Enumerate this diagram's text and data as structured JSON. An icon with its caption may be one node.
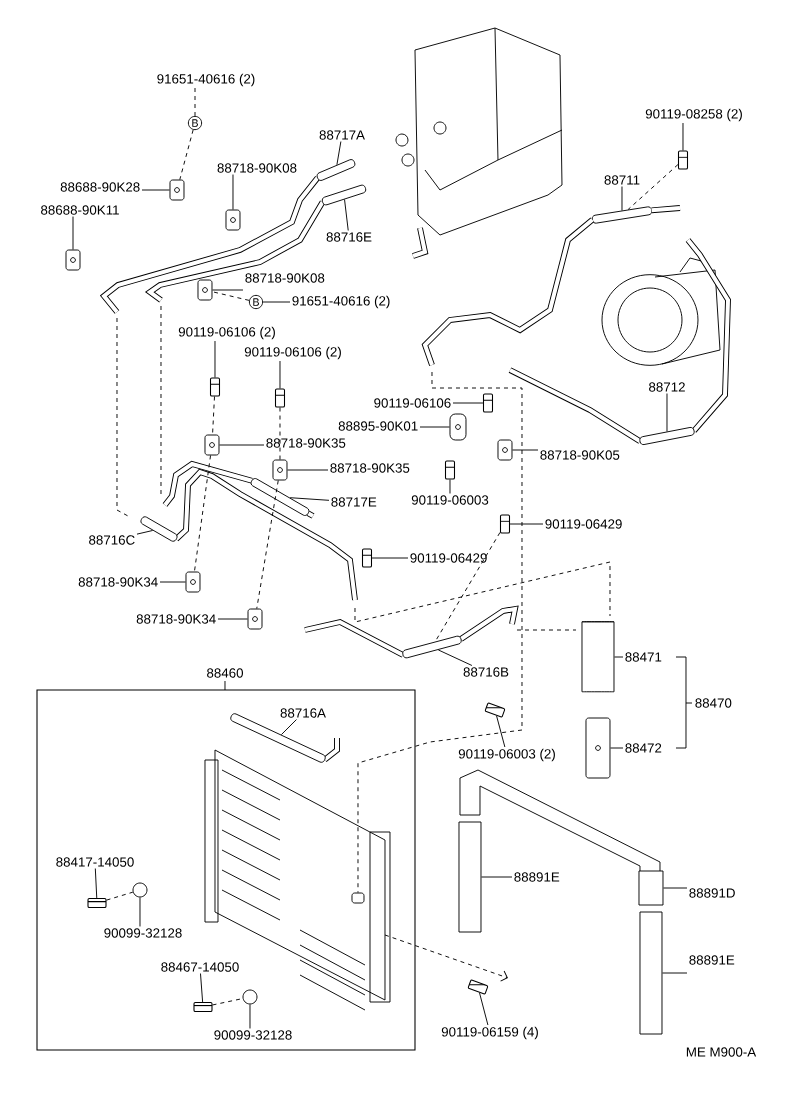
{
  "diagram": {
    "nodes": [
      {
        "text": [
          "91651-40616 (2)"
        ]
      },
      {
        "text": [
          "B"
        ]
      },
      {
        "text": [
          "88717A"
        ]
      },
      {
        "text": [
          "88718-90K08"
        ]
      },
      {
        "text": [
          "88688-90K28"
        ]
      },
      {
        "text": [
          "88688-90K11"
        ]
      },
      {
        "text": [
          "88716E"
        ]
      },
      {
        "text": [
          "88718-90K08"
        ]
      },
      {
        "text": [
          "B"
        ]
      },
      {
        "text": [
          "91651-40616 (2)"
        ]
      },
      {
        "text": [
          "90119-06106 (2)"
        ]
      },
      {
        "text": [
          "90119-06106 (2)"
        ]
      },
      {
        "text": [
          "90119-06106"
        ]
      },
      {
        "text": [
          "88895-90K01"
        ]
      },
      {
        "text": [
          "88718-90K35"
        ]
      },
      {
        "text": [
          "88718-90K05"
        ]
      },
      {
        "text": [
          "88718-90K35"
        ]
      },
      {
        "text": [
          "90119-06003"
        ]
      },
      {
        "text": [
          "88717E"
        ]
      },
      {
        "text": [
          "90119-06429"
        ]
      },
      {
        "text": [
          "88716C"
        ]
      },
      {
        "text": [
          "90119-06429"
        ]
      },
      {
        "text": [
          "88718-90K34"
        ]
      },
      {
        "text": [
          "88718-90K34"
        ]
      },
      {
        "text": [
          "88471"
        ]
      },
      {
        "text": [
          "88716B"
        ]
      },
      {
        "text": [
          "88460"
        ]
      },
      {
        "text": [
          "88470"
        ]
      },
      {
        "text": [
          "88716A"
        ],
        "in": 26
      },
      {
        "text": [
          "88472"
        ]
      },
      {
        "text": [
          "90119-06003 (2)"
        ]
      },
      {
        "text": [
          "88417-14050"
        ],
        "in": 26
      },
      {
        "text": [
          "88891E"
        ]
      },
      {
        "text": [
          "88891D"
        ]
      },
      {
        "text": [
          "90099-32128"
        ],
        "in": 26
      },
      {
        "text": [
          "88891E"
        ]
      },
      {
        "text": [
          "88467-14050"
        ],
        "in": 26
      },
      {
        "text": [
          "90099-32128"
        ],
        "in": 26
      },
      {
        "text": [
          "90119-06159 (4)"
        ]
      },
      {
        "text": [
          "90119-08258 (2)"
        ]
      },
      {
        "text": [
          "88711"
        ]
      },
      {
        "text": [
          "88712"
        ]
      },
      {
        "text": [],
        "shape": "clip"
      },
      {
        "text": [],
        "shape": "clip"
      },
      {
        "text": [],
        "shape": "pipe"
      },
      {
        "text": [],
        "shape": "pipe"
      },
      {
        "text": [],
        "shape": "clip"
      },
      {
        "text": [],
        "shape": "clip"
      },
      {
        "text": [],
        "shape": "bolt"
      },
      {
        "text": [],
        "shape": "bolt"
      },
      {
        "text": [],
        "shape": "bolt"
      },
      {
        "text": [],
        "shape": "box"
      },
      {
        "text": [],
        "shape": "clip"
      },
      {
        "text": [],
        "shape": "clip"
      },
      {
        "text": [],
        "shape": "clip"
      },
      {
        "text": [],
        "shape": "bolt"
      },
      {
        "text": [],
        "shape": "pipe"
      },
      {
        "text": [],
        "shape": "bolt"
      },
      {
        "text": [],
        "shape": "pipe"
      },
      {
        "text": [],
        "shape": "bolt"
      },
      {
        "text": [],
        "shape": "clip"
      },
      {
        "text": [],
        "shape": "clip"
      },
      {
        "text": [],
        "shape": "pipe"
      },
      {
        "text": [],
        "shape": "bolt"
      },
      {
        "text": [],
        "shape": "pipe"
      },
      {
        "text": [],
        "shape": "pipe"
      },
      {
        "text": [],
        "shape": "cylinder"
      },
      {
        "text": [],
        "shape": "clip"
      },
      {
        "text": [],
        "shape": "bolt"
      },
      {
        "text": [],
        "shape": "pipe",
        "in": 26
      },
      {
        "text": [],
        "shape": "bolt",
        "in": 26
      },
      {
        "text": [],
        "shape": "circle",
        "in": 26
      },
      {
        "text": [],
        "shape": "bolt",
        "in": 26
      },
      {
        "text": [],
        "shape": "circle",
        "in": 26
      },
      {
        "text": [],
        "shape": "bolt"
      },
      {
        "text": [],
        "shape": "bar"
      },
      {
        "text": [],
        "shape": "bar"
      },
      {
        "text": [],
        "shape": "bar"
      },
      {
        "text": [],
        "shape": "fitting",
        "in": 26
      }
    ],
    "edges": [
      {
        "from": 0,
        "to": 1,
        "arrow": "none",
        "style": "dashed"
      },
      {
        "from": 1,
        "to": 42,
        "arrow": "none",
        "style": "dashed"
      },
      {
        "from": 4,
        "to": 42,
        "arrow": "none"
      },
      {
        "from": 3,
        "to": 43,
        "arrow": "none"
      },
      {
        "from": 2,
        "to": 44,
        "arrow": "none"
      },
      {
        "from": 6,
        "to": 45,
        "arrow": "none"
      },
      {
        "from": 5,
        "to": 46,
        "arrow": "none"
      },
      {
        "from": 7,
        "to": 47,
        "arrow": "none"
      },
      {
        "from": 9,
        "to": 8,
        "arrow": "none"
      },
      {
        "from": 8,
        "to": 47,
        "arrow": "none",
        "style": "dashed"
      },
      {
        "from": 10,
        "to": 48,
        "arrow": "none"
      },
      {
        "from": 11,
        "to": 49,
        "arrow": "none"
      },
      {
        "from": 12,
        "to": 50,
        "arrow": "none"
      },
      {
        "from": 13,
        "to": 51,
        "arrow": "none"
      },
      {
        "from": 14,
        "to": 52,
        "arrow": "none"
      },
      {
        "from": 15,
        "to": 53,
        "arrow": "none"
      },
      {
        "from": 16,
        "to": 54,
        "arrow": "none"
      },
      {
        "from": 17,
        "to": 55,
        "arrow": "none"
      },
      {
        "from": 18,
        "to": 56,
        "arrow": "none"
      },
      {
        "from": 19,
        "to": 57,
        "arrow": "none"
      },
      {
        "from": 20,
        "to": 58,
        "arrow": "none"
      },
      {
        "from": 21,
        "to": 59,
        "arrow": "none"
      },
      {
        "from": 22,
        "to": 60,
        "arrow": "none"
      },
      {
        "from": 23,
        "to": 61,
        "arrow": "none"
      },
      {
        "from": 40,
        "to": 62,
        "arrow": "none"
      },
      {
        "from": 39,
        "to": 63,
        "arrow": "none"
      },
      {
        "from": 41,
        "to": 64,
        "arrow": "none"
      },
      {
        "from": 25,
        "to": 65,
        "arrow": "none"
      },
      {
        "from": 24,
        "to": 66,
        "arrow": "none"
      },
      {
        "from": 29,
        "to": 67,
        "arrow": "none"
      },
      {
        "from": 30,
        "to": 68,
        "arrow": "none"
      },
      {
        "from": 28,
        "to": 69,
        "arrow": "none"
      },
      {
        "from": 31,
        "to": 70,
        "arrow": "none"
      },
      {
        "from": 34,
        "to": 71,
        "arrow": "none"
      },
      {
        "from": 36,
        "to": 72,
        "arrow": "none"
      },
      {
        "from": 37,
        "to": 73,
        "arrow": "none"
      },
      {
        "from": 38,
        "to": 74,
        "arrow": "none"
      },
      {
        "from": 32,
        "to": 75,
        "arrow": "none"
      },
      {
        "from": 33,
        "to": 76,
        "arrow": "none"
      },
      {
        "from": 35,
        "to": 77,
        "arrow": "none"
      },
      {
        "from": 48,
        "to": 52,
        "arrow": "none",
        "style": "dashed"
      },
      {
        "from": 49,
        "to": 54,
        "arrow": "none",
        "style": "dashed"
      },
      {
        "from": 52,
        "to": 60,
        "arrow": "none",
        "style": "dashed"
      },
      {
        "from": 54,
        "to": 61,
        "arrow": "none",
        "style": "dashed"
      },
      {
        "from": 63,
        "to": 62,
        "arrow": "none",
        "style": "dashed"
      },
      {
        "from": 57,
        "to": 65,
        "arrow": "none",
        "style": "dashed"
      },
      {
        "from": 70,
        "to": 71,
        "arrow": "none",
        "style": "dashed"
      },
      {
        "from": 72,
        "to": 73,
        "arrow": "none",
        "style": "dashed"
      },
      {
        "from": 62,
        "to": 78,
        "arrow": "none",
        "style": "dashed"
      }
    ],
    "labels": [
      "ME M900-A"
    ]
  }
}
